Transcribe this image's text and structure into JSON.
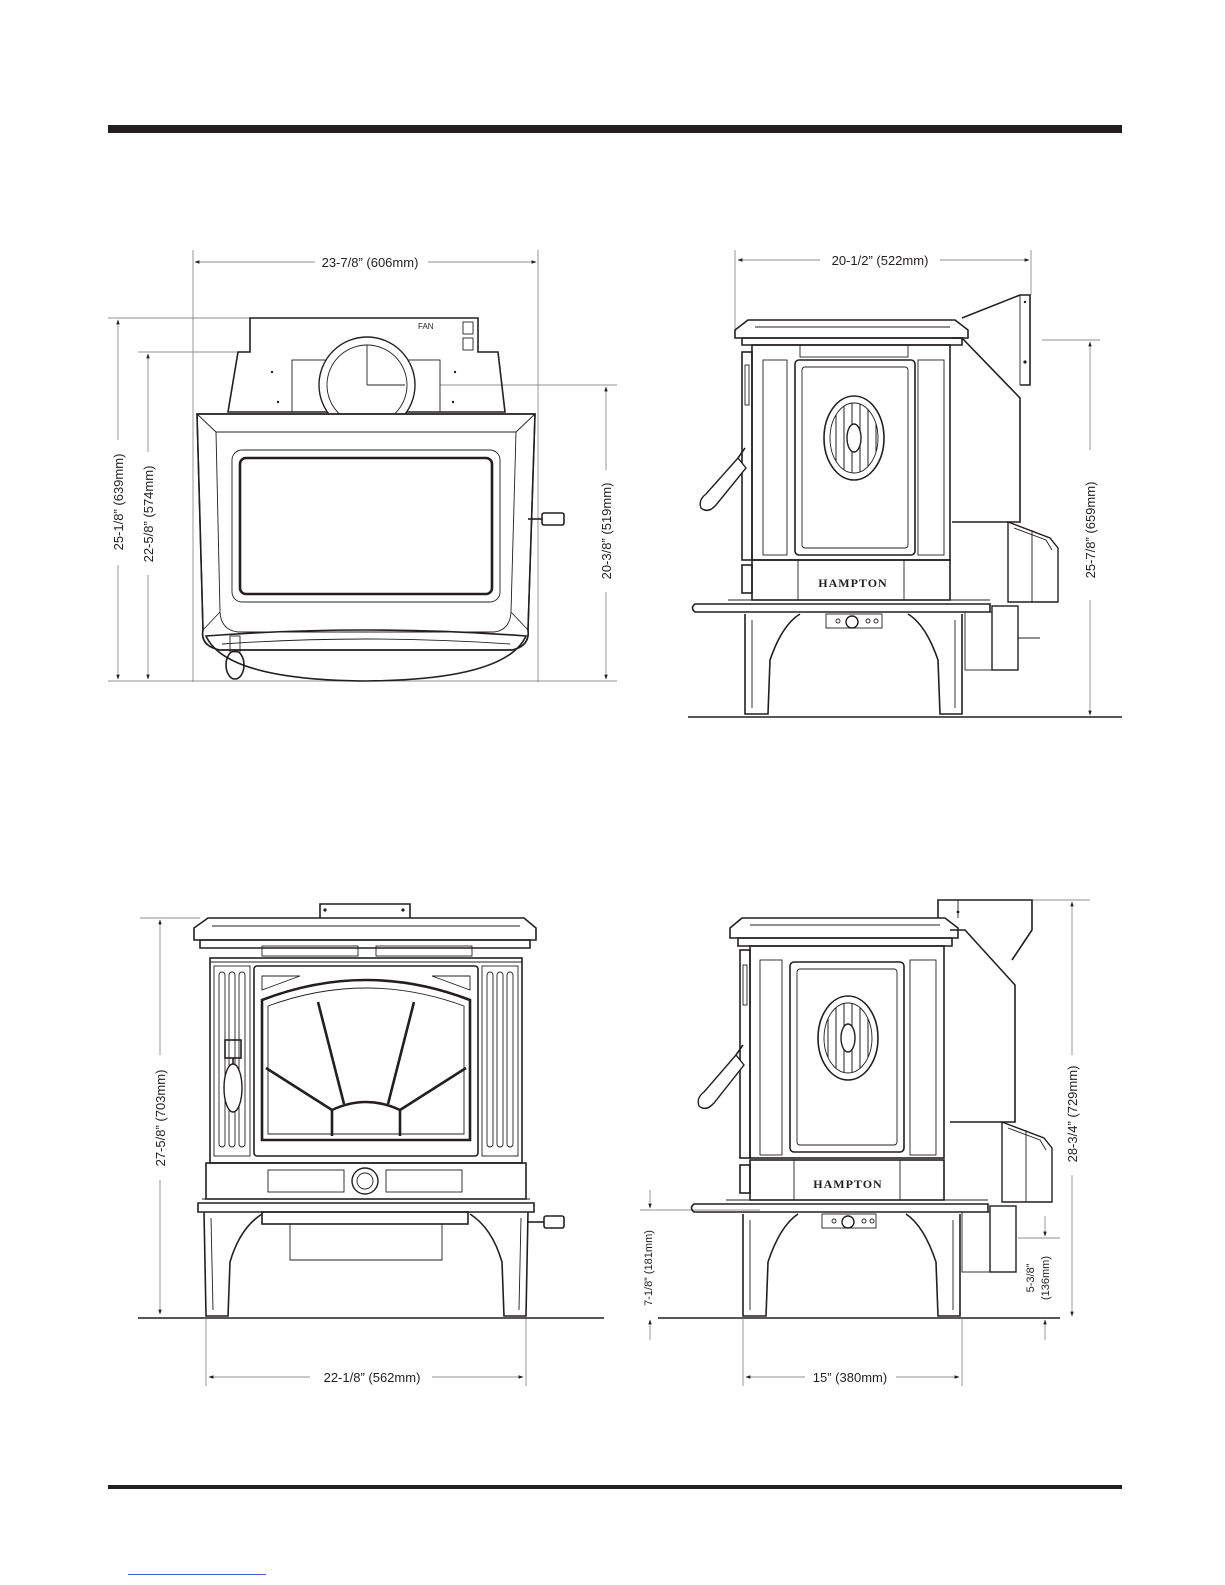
{
  "views": {
    "top": {
      "fan_label": "FAN",
      "width": "23-7/8” (606mm)",
      "depth_overall": "25-1/8” (639mm)",
      "depth_body": "22-5/8” (574mm)",
      "flue_center": "20-3/8” (519mm)"
    },
    "side_upper": {
      "depth": "20-1/2” (522mm)",
      "flue_height": "25-7/8” (659mm)",
      "brand": "HAMPTON"
    },
    "front": {
      "height": "27-5/8” (703mm)",
      "leg_width": "22-1/8” (562mm)"
    },
    "side_lower": {
      "hearth_height": "7-1/8” (181mm)",
      "height": "28-3/4” (729mm)",
      "leg_depth": "15” (380mm)",
      "intake_height_line1": "5-3/8”",
      "intake_height_line2": "(136mm)",
      "brand": "HAMPTON"
    }
  }
}
